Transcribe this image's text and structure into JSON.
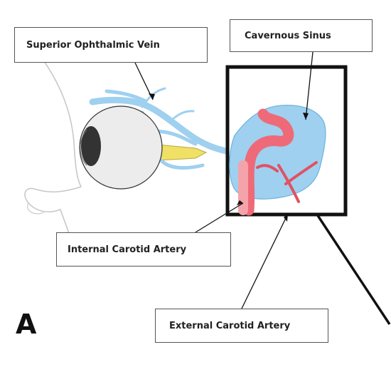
{
  "panel_letter": "A",
  "labels": {
    "superior_ophthalmic_vein": "Superior Ophthalmic Vein",
    "cavernous_sinus": "Cavernous Sinus",
    "internal_carotid_artery": "Internal Carotid Artery",
    "external_carotid_artery": "External Carotid Artery"
  },
  "colors": {
    "vein_blue": "#9fd0ef",
    "artery_red": "#ef6a78",
    "optic_nerve_yellow": "#f0e066",
    "outline_dark": "#111111",
    "face_outline": "#c8c8c8"
  }
}
